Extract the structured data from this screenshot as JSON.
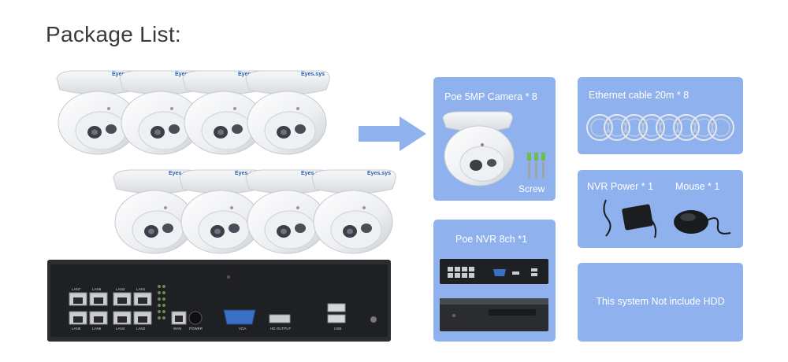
{
  "title": "Package List:",
  "brand": "Eyes.sys",
  "nvr_labels": {
    "lan": [
      "LAN7",
      "LAN5",
      "LAN3",
      "LAN1",
      "LAN8",
      "LAN6",
      "LAN4",
      "LAN2"
    ],
    "wan": "WAN",
    "power": "POWER",
    "vga": "VGA",
    "hd_output": "HD OUTPUT",
    "usb": "USB"
  },
  "cards": {
    "camera": {
      "label": "Poe 5MP Camera * 8",
      "screw": "Screw"
    },
    "ethernet": {
      "label": "Ethernet cable 20m * 8"
    },
    "nvr_power": {
      "label": "NVR Power * 1"
    },
    "mouse": {
      "label": "Mouse * 1"
    },
    "nvr": {
      "label": "Poe NVR 8ch *1"
    },
    "hdd": {
      "label": "This system Not include HDD"
    }
  },
  "colors": {
    "card_bg": "#8fb2ef",
    "arrow": "#8fb2ef",
    "brand": "#2a5fb0"
  }
}
